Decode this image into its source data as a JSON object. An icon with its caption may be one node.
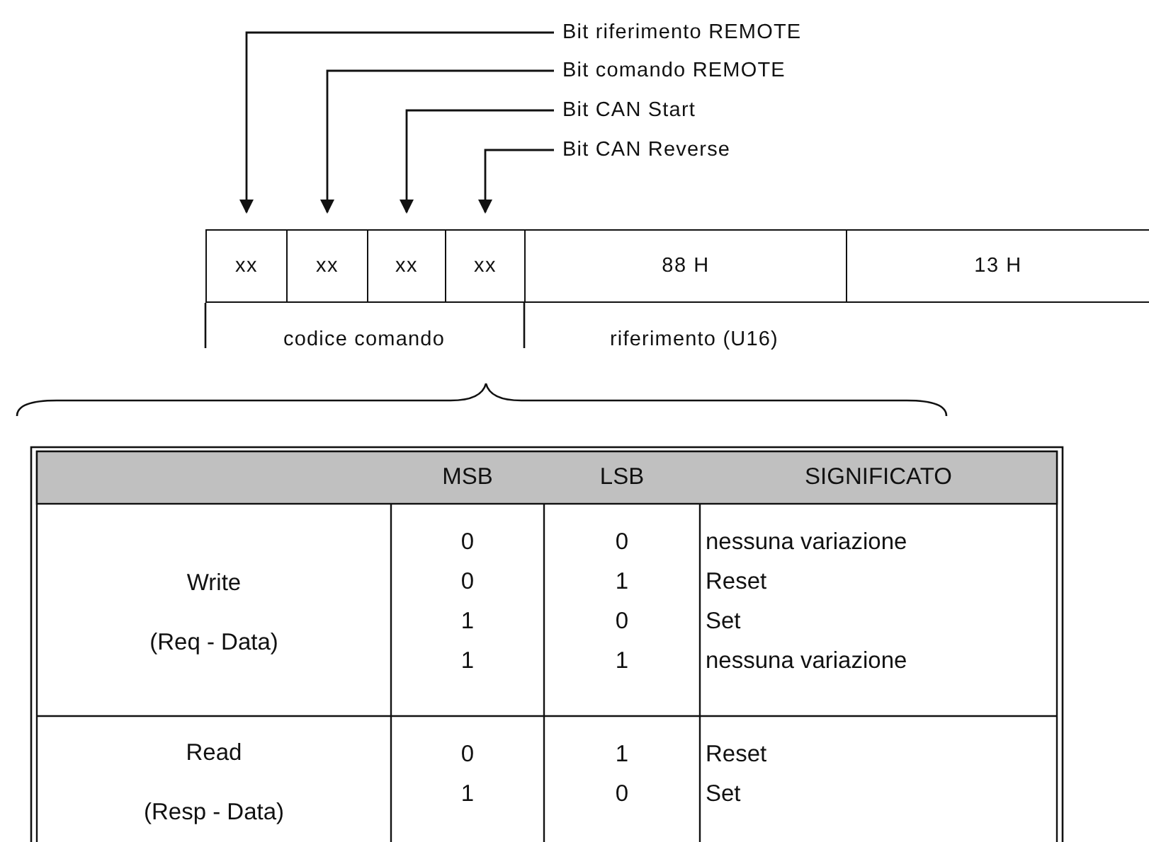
{
  "diagram": {
    "nodes": [
      {
        "text": [
          "Bit riferimento REMOTE"
        ]
      },
      {
        "text": [
          "Bit comando REMOTE"
        ]
      },
      {
        "text": [
          "Bit CAN Start"
        ]
      },
      {
        "text": [
          "Bit CAN Reverse"
        ]
      },
      {
        "text": [
          "xx"
        ]
      },
      {
        "text": [
          "xx"
        ]
      },
      {
        "text": [
          "xx"
        ]
      },
      {
        "text": [
          "xx"
        ]
      },
      {
        "text": [
          "88 H"
        ]
      },
      {
        "text": [
          "13 H"
        ]
      }
    ],
    "edges": [
      {
        "from": 0,
        "to": 4,
        "arrow": "to"
      },
      {
        "from": 1,
        "to": 5,
        "arrow": "to"
      },
      {
        "from": 2,
        "to": 6,
        "arrow": "to"
      },
      {
        "from": 3,
        "to": 7,
        "arrow": "to"
      }
    ],
    "labels": [
      "codice comando",
      "riferimento (U16)",
      "MSB",
      "LSB",
      "SIGNIFICATO",
      "Write",
      "(Req - Data)",
      "0",
      "0",
      "nessuna variazione",
      "0",
      "1",
      "Reset",
      "1",
      "0",
      "Set",
      "1",
      "1",
      "nessuna variazione",
      "Read",
      "(Resp - Data)",
      "0",
      "1",
      "Reset",
      "1",
      "0",
      "Set"
    ]
  }
}
